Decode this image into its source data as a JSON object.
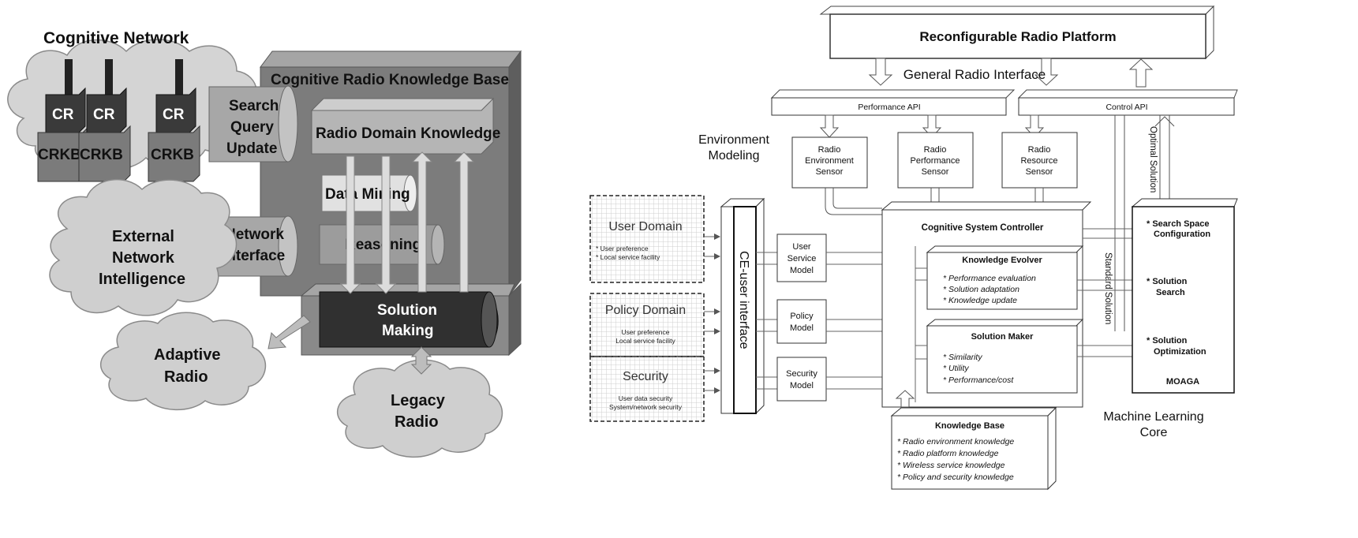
{
  "left": {
    "cognitive_network": "Cognitive Network",
    "kb_title": "Cognitive Radio Knowledge Base",
    "cr_label": "CR",
    "crkb_label": "CRKB",
    "search_query_update": [
      "Search",
      "Query",
      "Update"
    ],
    "radio_domain_knowledge": "Radio Domain Knowledge",
    "data_mining": "Data Mining",
    "reasoning": "Reasoning",
    "solution_making": [
      "Solution",
      "Making"
    ],
    "network_interface": [
      "Network",
      "Interface"
    ],
    "external_network_intelligence": [
      "External",
      "Network",
      "Intelligence"
    ],
    "adaptive_radio": [
      "Adaptive",
      "Radio"
    ],
    "legacy_radio": [
      "Legacy",
      "Radio"
    ]
  },
  "right": {
    "reconfigurable_radio_platform": "Reconfigurable Radio Platform",
    "general_radio_interface": "General Radio Interface",
    "performance_api": "Performance API",
    "control_api": "Control API",
    "environment_modeling": [
      "Environment",
      "Modeling"
    ],
    "radio_environment_sensor": [
      "Radio",
      "Environment",
      "Sensor"
    ],
    "radio_performance_sensor": [
      "Radio",
      "Performance",
      "Sensor"
    ],
    "radio_resource_sensor": [
      "Radio",
      "Resource",
      "Sensor"
    ],
    "optimal_solution": "Optimal Solution",
    "standard_solution": "Standard Solution",
    "user_domain": "User Domain",
    "user_domain_items": [
      "* User preference",
      "* Local service facility"
    ],
    "policy_domain": "Policy Domain",
    "policy_domain_items": [
      "User preference",
      "Local service facility"
    ],
    "security": "Security",
    "security_items": [
      "User data security",
      "System/network security"
    ],
    "ce_user_interface": "CE-user interface",
    "user_service_model": [
      "User",
      "Service",
      "Model"
    ],
    "policy_model": [
      "Policy",
      "Model"
    ],
    "security_model": [
      "Security",
      "Model"
    ],
    "cognitive_system_controller": "Cognitive System Controller",
    "knowledge_evolver": "Knowledge Evolver",
    "knowledge_evolver_items": [
      "* Performance evaluation",
      "* Solution adaptation",
      "* Knowledge update"
    ],
    "solution_maker": "Solution Maker",
    "solution_maker_items": [
      "* Similarity",
      "* Utility",
      "* Performance/cost"
    ],
    "search_panel": [
      "* Search Space",
      "Configuration",
      "* Solution",
      "Search",
      "* Solution",
      "Optimization",
      "MOAGA"
    ],
    "knowledge_base": "Knowledge Base",
    "knowledge_base_items": [
      "* Radio environment knowledge",
      "* Radio platform knowledge",
      "* Wireless service knowledge",
      "* Policy and security knowledge"
    ],
    "machine_learning_core": [
      "Machine Learning",
      "Core"
    ]
  },
  "colors": {
    "panel_gray": "#7a7a7a",
    "panel_top": "#9a9a9a",
    "cloud": "#cfcfcf",
    "inner_box": "#b9b9b9",
    "solution_tube": "#333333"
  }
}
